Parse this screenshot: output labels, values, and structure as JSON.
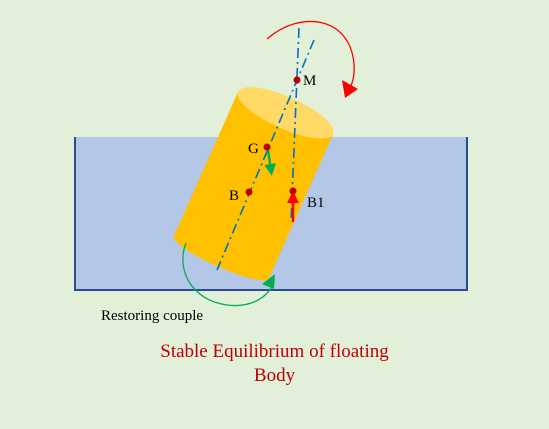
{
  "labels": {
    "metacentre": "M",
    "centre_of_gravity": "G",
    "centre_of_buoyancy": "B",
    "new_centre_of_buoyancy": "B1",
    "restoring_couple": "Restoring couple"
  },
  "caption": {
    "line1": "Stable Equilibrium of floating",
    "line2": "Body"
  },
  "colors": {
    "background": "#e2efd9",
    "water": "#b4c7e7",
    "tank_outline": "#2f4b8f",
    "body_fill": "#ffc000",
    "body_top": "#ffd966",
    "point": "#c00000",
    "weight_arrow": "#00b050",
    "buoyancy_arrow": "#ff0000",
    "tilt_arrow": "#ff0000",
    "restoring_arrow": "#00b050",
    "axis_line": "#0070c0",
    "caption": "#c00000"
  }
}
